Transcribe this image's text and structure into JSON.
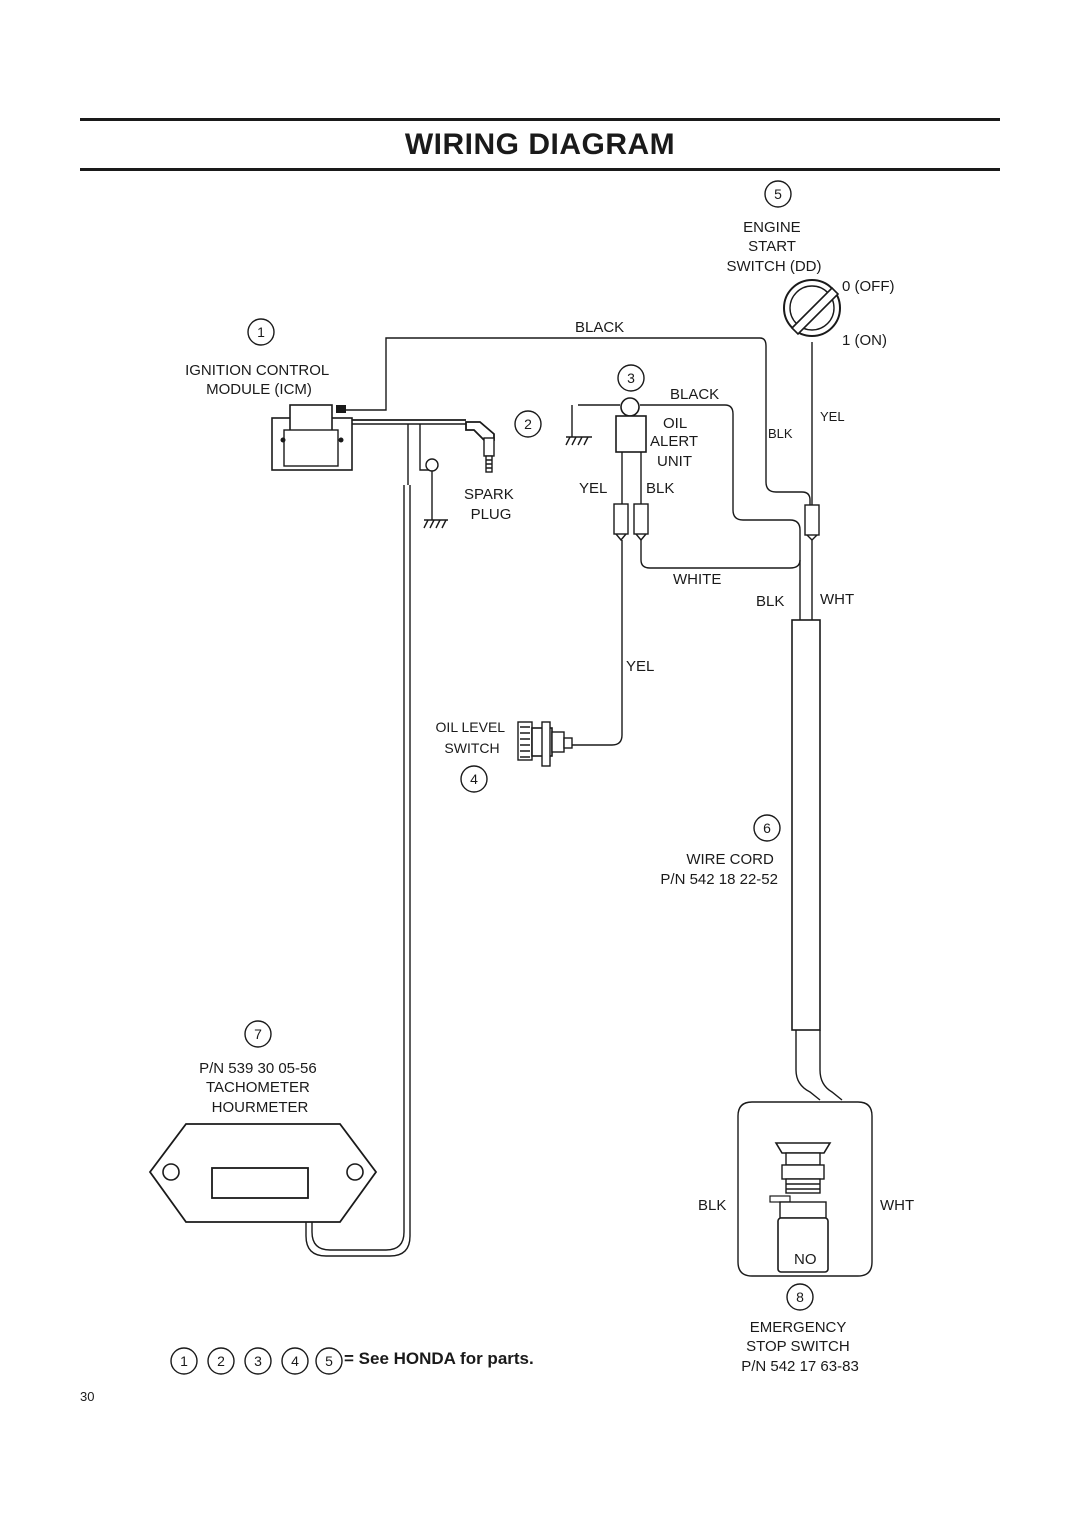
{
  "title": "WIRING DIAGRAM",
  "page_number": "30",
  "footnote": {
    "numbers": [
      "1",
      "2",
      "3",
      "4",
      "5"
    ],
    "text": "= See HONDA for parts."
  },
  "components": [
    {
      "id": "1",
      "lines": [
        "IGNITION CONTROL",
        "MODULE (ICM)"
      ]
    },
    {
      "id": "2",
      "lines": [
        "SPARK",
        "PLUG"
      ]
    },
    {
      "id": "3",
      "lines": [
        "OIL",
        "ALERT",
        "UNIT"
      ]
    },
    {
      "id": "4",
      "lines": [
        "OIL LEVEL",
        "SWITCH"
      ]
    },
    {
      "id": "5",
      "lines": [
        "ENGINE",
        "START",
        "SWITCH (DD)"
      ]
    },
    {
      "id": "6",
      "lines": [
        "WIRE CORD",
        "P/N 542 18 22-52"
      ]
    },
    {
      "id": "7",
      "lines": [
        "P/N 539 30 05-56",
        "TACHOMETER",
        "HOURMETER"
      ]
    },
    {
      "id": "8",
      "lines": [
        "EMERGENCY",
        "STOP SWITCH",
        "P/N 542 17 63-83"
      ]
    }
  ],
  "switch_positions": {
    "off": "0 (OFF)",
    "on": "1 (ON)"
  },
  "wire_labels": {
    "black_top": "BLACK",
    "black_oil": "BLACK",
    "yel_oil": "YEL",
    "blk_oil": "BLK",
    "blk_switch": "BLK",
    "yel_switch": "YEL",
    "white": "WHITE",
    "blk_cord": "BLK",
    "wht_cord": "WHT",
    "yel_level": "YEL",
    "blk_stop": "BLK",
    "wht_stop": "WHT",
    "no": "NO"
  }
}
